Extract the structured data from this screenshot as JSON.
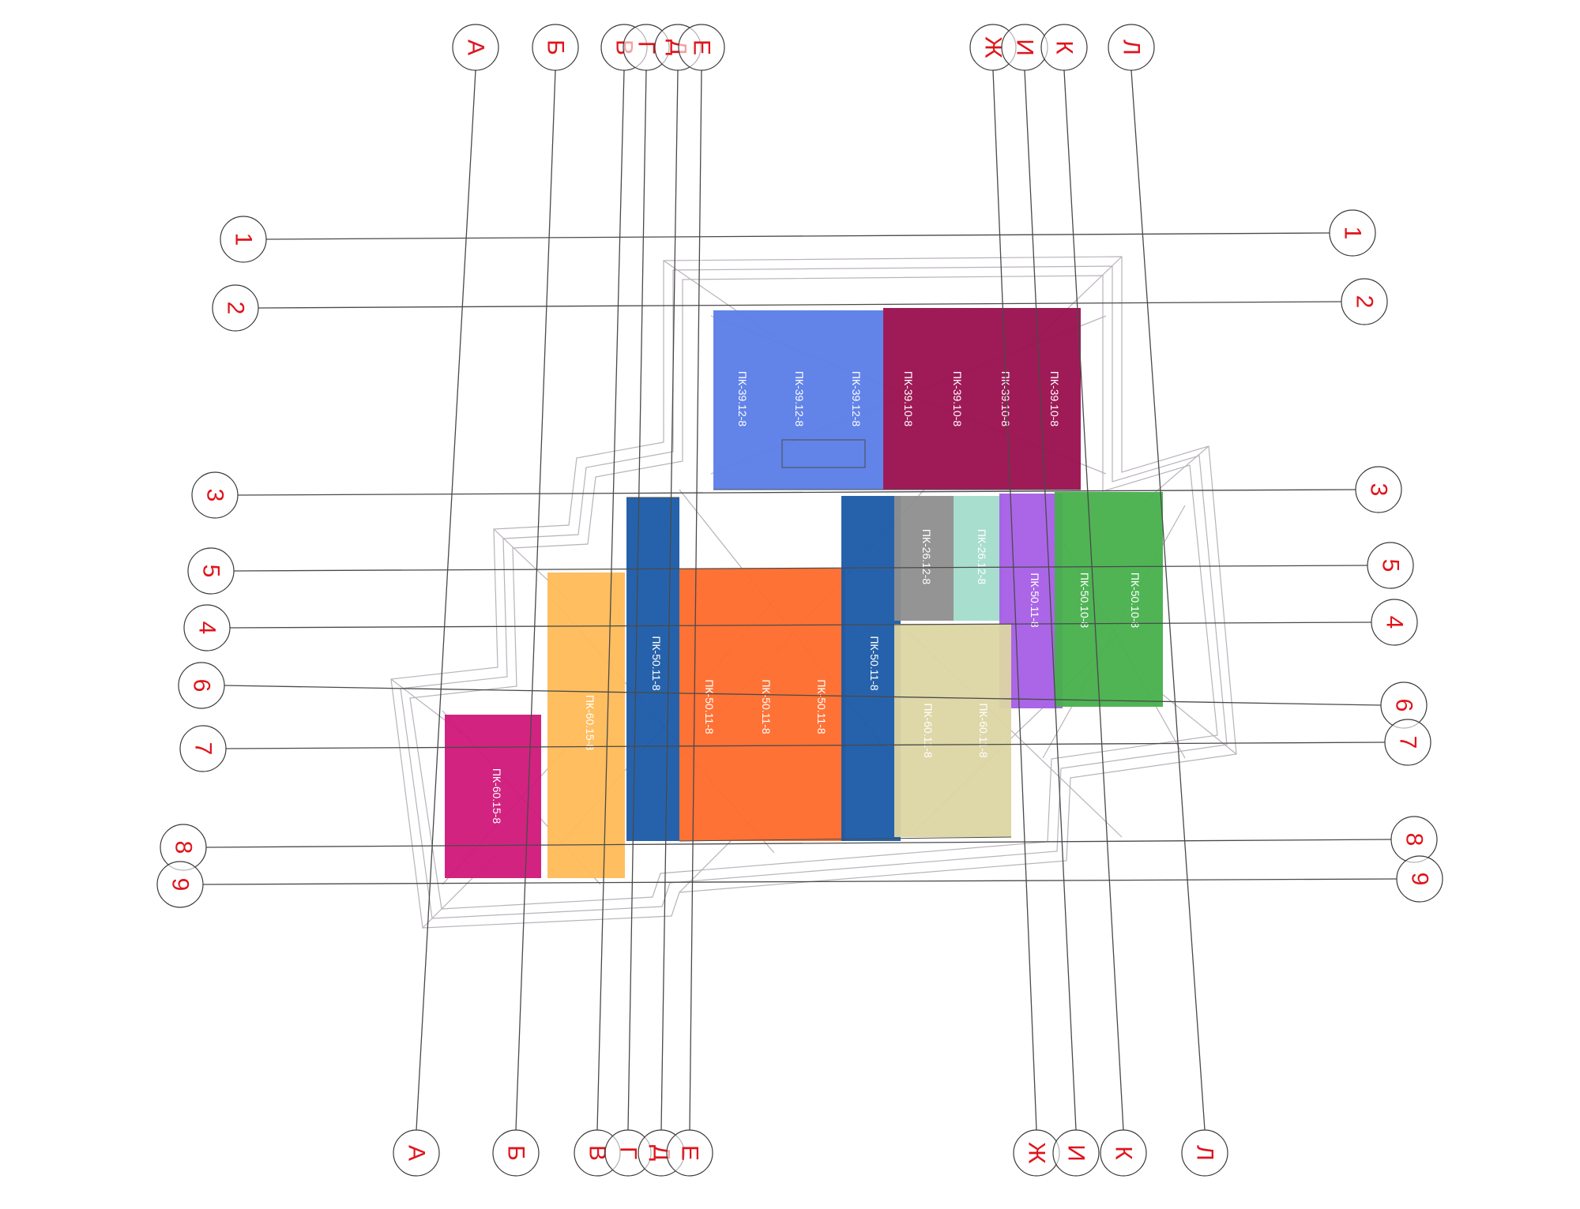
{
  "drawing": {
    "colors": {
      "background": "#ffffff",
      "axis_line": "#4a4a4a",
      "bubble_stroke": "#3a3a3a",
      "bubble_text": "#e0141b",
      "wireframe": "#b9b2bb",
      "panel_text": "#ffffff"
    },
    "axes_letter": [
      {
        "id": "A",
        "label": "А"
      },
      {
        "id": "B",
        "label": "Б"
      },
      {
        "id": "V",
        "label": "В"
      },
      {
        "id": "G",
        "label": "Г"
      },
      {
        "id": "D",
        "label": "Д"
      },
      {
        "id": "E",
        "label": "Е"
      },
      {
        "id": "ZH",
        "label": "Ж"
      },
      {
        "id": "I",
        "label": "И"
      },
      {
        "id": "K",
        "label": "К"
      },
      {
        "id": "L",
        "label": "Л"
      }
    ],
    "axes_number": [
      {
        "id": "1",
        "label": "1"
      },
      {
        "id": "2",
        "label": "2"
      },
      {
        "id": "3",
        "label": "3"
      },
      {
        "id": "5",
        "label": "5"
      },
      {
        "id": "4",
        "label": "4"
      },
      {
        "id": "6",
        "label": "6"
      },
      {
        "id": "7",
        "label": "7"
      },
      {
        "id": "8",
        "label": "8"
      },
      {
        "id": "9",
        "label": "9"
      }
    ],
    "panels": [
      {
        "id": "p1",
        "color": "#5a7de8",
        "labels": [
          "ПК-39.12-8",
          "ПК-39.12-8",
          "ПК-39.12-8"
        ]
      },
      {
        "id": "p2",
        "color": "#9a0f4f",
        "labels": [
          "ПК-39.10-8",
          "ПК-39.10-8",
          "ПК-39.10-8",
          "ПК-39.10-8"
        ]
      },
      {
        "id": "p3",
        "color": "#1a5aa6",
        "labels": [
          "ПК-50.11-8"
        ]
      },
      {
        "id": "p4",
        "color": "#ff6a2a",
        "labels": [
          "ПК-50.11-8",
          "ПК-50.11-8",
          "ПК-50.11-8"
        ]
      },
      {
        "id": "p5",
        "color": "#1a5aa6",
        "labels": [
          "ПК-50.11-8"
        ]
      },
      {
        "id": "p6",
        "color": "#8e8e8e",
        "labels": [
          "ПК-26.12-8"
        ]
      },
      {
        "id": "p7",
        "color": "#a3dccb",
        "labels": [
          "ПК-26.12-8"
        ]
      },
      {
        "id": "p8",
        "color": "#a55ee6",
        "labels": [
          "ПК-50.11-8"
        ]
      },
      {
        "id": "p9",
        "color": "#47b04c",
        "labels": [
          "ПК-50.10-8",
          "ПК-50.10-8"
        ]
      },
      {
        "id": "p10",
        "color": "#dcd5a2",
        "labels": [
          "ПК-60.11-8",
          "ПК-60.11-8"
        ]
      },
      {
        "id": "p11",
        "color": "#ffba57",
        "labels": [
          "ПК-60.15-8"
        ]
      },
      {
        "id": "p12",
        "color": "#d0177a",
        "labels": [
          "ПК-60.15-8"
        ]
      }
    ]
  }
}
